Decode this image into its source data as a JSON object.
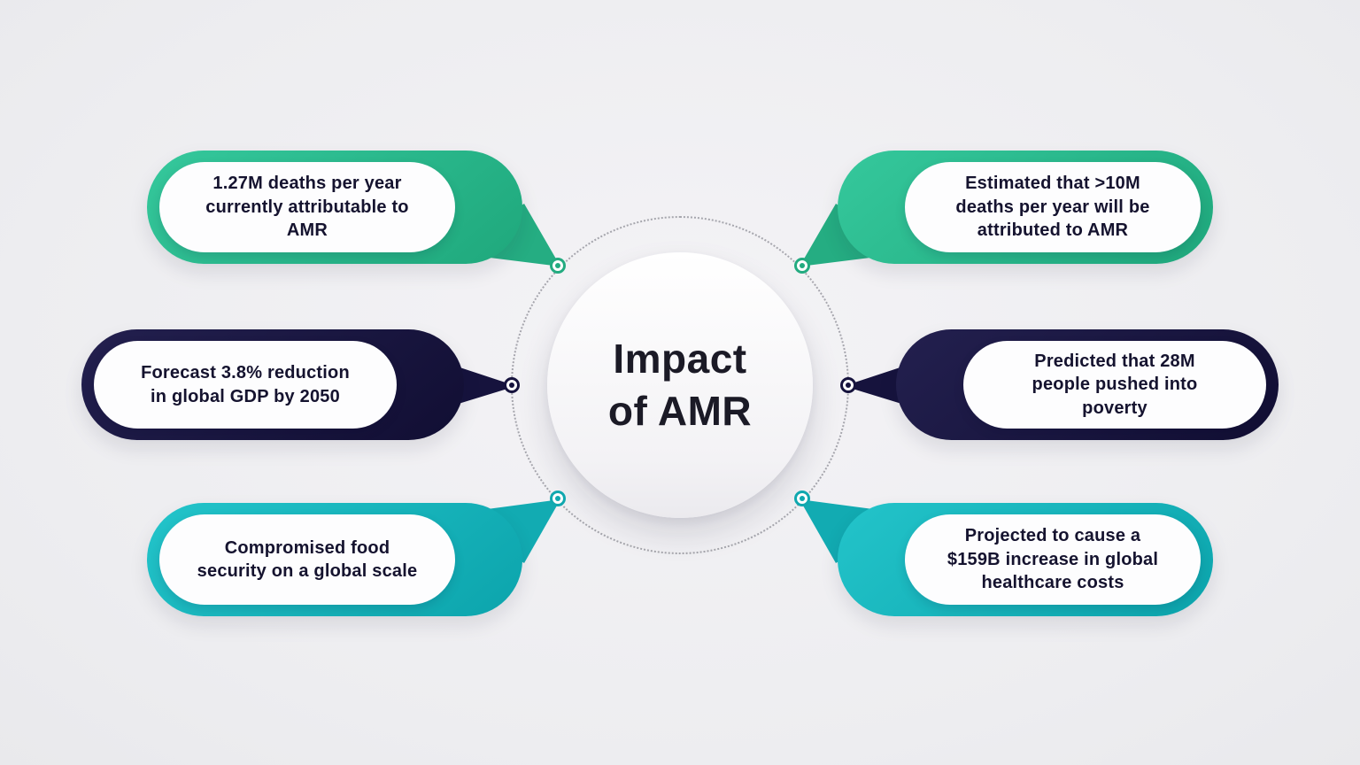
{
  "title": {
    "text": "Impact\nof AMR"
  },
  "colors": {
    "green": "#25ad82",
    "navy": "#16133d",
    "teal": "#12abb2",
    "background": "#efeef1",
    "text_dark": "#15132f"
  },
  "bubbles": [
    {
      "id": "deaths-current",
      "color": "green",
      "text": "1.27M deaths per year\ncurrently attributable to\nAMR"
    },
    {
      "id": "gdp-reduction",
      "color": "navy",
      "text": "Forecast 3.8% reduction\nin global GDP by 2050"
    },
    {
      "id": "food-security",
      "color": "teal",
      "text": "Compromised food\nsecurity on a global scale"
    },
    {
      "id": "deaths-projected",
      "color": "green",
      "text": "Estimated that >10M\ndeaths per year will be\nattributed to AMR"
    },
    {
      "id": "poverty",
      "color": "navy",
      "text": "Predicted that 28M\npeople pushed into\npoverty"
    },
    {
      "id": "healthcare-costs",
      "color": "teal",
      "text": "Projected to cause a\n$159B increase in global\nhealthcare costs"
    }
  ]
}
